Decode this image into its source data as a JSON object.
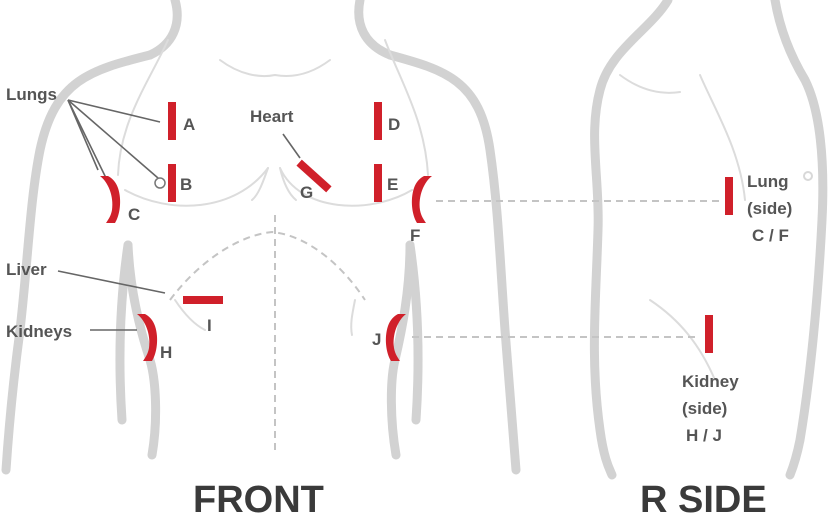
{
  "colors": {
    "marker": "#d0202a",
    "outline": "#d2d2d2",
    "text": "#555555",
    "heading": "#3a3a3a"
  },
  "views": {
    "front": "FRONT",
    "side": "R SIDE"
  },
  "organs": {
    "lungs": "Lungs",
    "heart": "Heart",
    "liver": "Liver",
    "kidneys": "Kidneys"
  },
  "points": {
    "A": "A",
    "B": "B",
    "C": "C",
    "D": "D",
    "E": "E",
    "F": "F",
    "G": "G",
    "H": "H",
    "I": "I",
    "J": "J"
  },
  "side_labels": {
    "lung": [
      "Lung",
      "(side)",
      "C / F"
    ],
    "kidney": [
      "Kidney",
      "(side)",
      "H / J"
    ]
  }
}
